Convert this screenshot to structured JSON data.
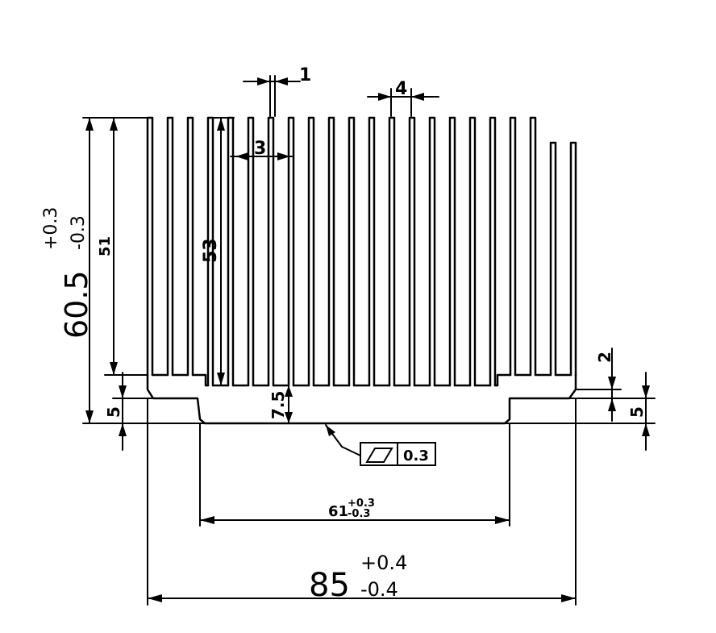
{
  "drawing": {
    "dimensions": {
      "fin_thickness": "1",
      "fin_pitch": "4",
      "fin_gap": "3",
      "fin_height": "53",
      "inner_height": "51",
      "total_height": {
        "value": "60.5",
        "tol_plus": "+0.3",
        "tol_minus": "-0.3"
      },
      "base_thickness": "7.5",
      "step_left": "5",
      "step_right": "5",
      "edge_offset": "2",
      "inner_width": {
        "value": "61",
        "tol_plus": "+0.3",
        "tol_minus": "-0.3"
      },
      "total_width": {
        "value": "85",
        "tol_plus": "+0.4",
        "tol_minus": "-0.4"
      }
    },
    "flatness": {
      "symbol": "flatness-icon",
      "value": "0.3"
    }
  }
}
